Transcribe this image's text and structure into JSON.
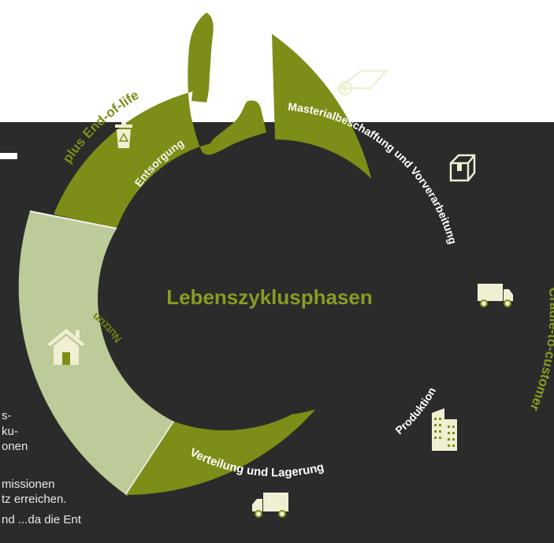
{
  "diagram": {
    "center_title": "Lebenszyklusphasen",
    "arc_labels": {
      "end_of_life": "plus End-of-life",
      "cradle_to_customer": "Cradle-to-customer"
    },
    "phases": [
      {
        "label": "Entsorgung",
        "icon": "recycle-bin-icon"
      },
      {
        "label": "Masterialbeschaffung und Vorverarbeitung",
        "icon": "raw-material-roll-icon"
      },
      {
        "label": "Produktion",
        "icon": "factory-building-icon"
      },
      {
        "label": "Verteilung und Lagerung",
        "icon": "delivery-truck-icon"
      },
      {
        "label": "Nutzung",
        "icon": "house-icon"
      }
    ],
    "extra_icons": [
      "package-box-icon",
      "delivery-truck-icon"
    ],
    "colors": {
      "olive": "#7d8d17",
      "pale_green": "#bccb98",
      "dark_bg": "#2b2b2b",
      "icon_fill": "#f1efd3",
      "title_green": "#8a9b22"
    }
  },
  "background_text": {
    "lines": [
      "s-",
      "ku-",
      "onen",
      "missionen",
      "tz erreichen.",
      "nd ...da die Ent"
    ]
  }
}
